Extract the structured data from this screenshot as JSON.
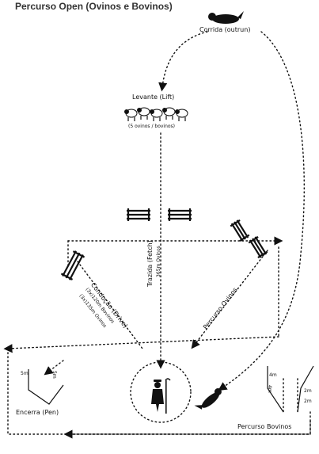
{
  "title": "Percurso Open  (Ovinos e Bovinos)",
  "labels": {
    "outrun": "Corrida (outrun)",
    "lift": "Levante (Lift)",
    "lift_sub": "(5 ovinos / bovinos)",
    "fetch": "Trazida (Fetch)",
    "fetch_sub": "365m Ovinos",
    "drive_main": "Condução (Drive)",
    "drive_sub1": "(3x)120m Bovinos",
    "drive_sub2": "(3x)135m Ovinos",
    "sheep_course": "Percurso Ovinos",
    "cattle_course": "Percurso Bovinos",
    "pen": "Encerra (Pen)",
    "pen_dim_a": "5m",
    "pen_dim_b": "5m",
    "shed_dim_a": "4m",
    "shed_dim_b": "4m",
    "shed_dim_c": "2m",
    "shed_dim_d": "2m"
  },
  "icons": [
    "dog-icon",
    "sheep-flock-icon",
    "shepherd-icon",
    "gate-icon"
  ]
}
